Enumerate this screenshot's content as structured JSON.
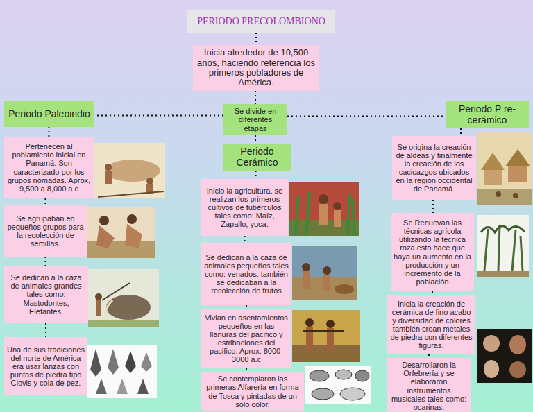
{
  "diagram": {
    "nodes": [
      {
        "text": [
          "PERIODO PRECOLOMBIONO"
        ]
      },
      {
        "text": [
          "Inicia alrededor de 10,500 años, haciendo referencia los primeros pobladores de América."
        ]
      },
      {
        "text": [
          "Periodo Paleoindio"
        ]
      },
      {
        "text": [
          "Se divide en diferentes etapas"
        ]
      },
      {
        "text": [
          "Periodo P re-cerámico"
        ]
      },
      {
        "text": [
          "Periodo Cerámico"
        ]
      },
      {
        "text": [
          "Pertenecen al poblamiento inicial en Panamá. Son caracterizado por los grupos nómadas. Aprox, 9,500 a 8,000 a.c"
        ]
      },
      {
        "text": [
          "Se agrupaban en pequeños grupos para la recolección de semillas."
        ]
      },
      {
        "text": [
          "Se dedican a la caza de animales grandes tales como: Mastodontes, Elefantes."
        ]
      },
      {
        "text": [
          "Una de sus tradiciones del norte de América era usar lanzas con puntas de piedra tipo Clovis y cola de pez."
        ]
      },
      {
        "text": [
          "Inicio la agricultura, se realizan los primeros cultivos de tubérculos tales como: Maíz, Zapallo, yuca."
        ]
      },
      {
        "text": [
          "Se dedican a la caza de animales pequeños tales como: venados. también se dedicaban a la recolección de frutos"
        ]
      },
      {
        "text": [
          "Vivian en asentamientos pequeños en las llanuras del pacifico y estribaciones del pacifico. Aprox. 8000-3000 a.c"
        ]
      },
      {
        "text": [
          "Se contemplaron las primeras Alfarería en forma de Tosca y pintadas de un solo color."
        ]
      },
      {
        "text": [
          "Se origina la creación de aldeas y finalmente la creación de los cacicazgos ubicados en la región occidental de Panamá."
        ]
      },
      {
        "text": [
          "Se Renuevan las técnicas agrícola utilizando la técnica roza esto hace que haya un aumento en la producción y un incremento de la población"
        ]
      },
      {
        "text": [
          "Inicia la creación de cerámica de fino acabo y diversidad de colores también crean metales de piedra con diferentes figuras."
        ]
      },
      {
        "text": [
          "Desarrollaron la Orfebrería y se elaboraron instrumentos musicales tales como: ocarinas."
        ]
      }
    ],
    "edges": [
      {
        "from": 0,
        "to": 1,
        "arrow": "none"
      },
      {
        "from": 1,
        "to": 3,
        "arrow": "none"
      },
      {
        "from": 3,
        "to": 2,
        "arrow": "none"
      },
      {
        "from": 3,
        "to": 4,
        "arrow": "none"
      },
      {
        "from": 3,
        "to": 5,
        "arrow": "none"
      },
      {
        "from": 2,
        "to": 6,
        "arrow": "none"
      },
      {
        "from": 6,
        "to": 7,
        "arrow": "none"
      },
      {
        "from": 7,
        "to": 8,
        "arrow": "none"
      },
      {
        "from": 8,
        "to": 9,
        "arrow": "none"
      },
      {
        "from": 5,
        "to": 10,
        "arrow": "none"
      },
      {
        "from": 10,
        "to": 11,
        "arrow": "none"
      },
      {
        "from": 11,
        "to": 12,
        "arrow": "none"
      },
      {
        "from": 12,
        "to": 13,
        "arrow": "none"
      },
      {
        "from": 4,
        "to": 14,
        "arrow": "none"
      },
      {
        "from": 14,
        "to": 15,
        "arrow": "none"
      },
      {
        "from": 15,
        "to": 16,
        "arrow": "none"
      },
      {
        "from": 16,
        "to": 17,
        "arrow": "none"
      }
    ]
  }
}
